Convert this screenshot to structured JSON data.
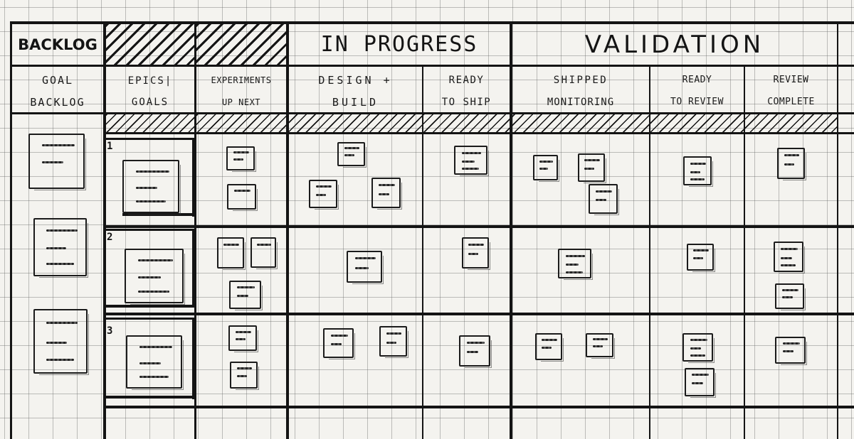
{
  "board": {
    "groups": {
      "backlog": "BACKLOG",
      "in_progress": "IN PROGRESS",
      "validation": "VALIDATION"
    },
    "columns": [
      {
        "line1": "GOAL",
        "line2": "BACKLOG"
      },
      {
        "line1": "EPICS|",
        "line2": "GOALS"
      },
      {
        "line1": "EXPERIMENTS",
        "line2": "UP NEXT"
      },
      {
        "line1": "DESIGN +",
        "line2": "BUILD"
      },
      {
        "line1": "READY",
        "line2": "TO SHIP"
      },
      {
        "line1": "SHIPPED",
        "line2": "MONITORING"
      },
      {
        "line1": "READY",
        "line2": "TO REVIEW"
      },
      {
        "line1": "REVIEW",
        "line2": "COMPLETE"
      }
    ],
    "swimlanes": [
      "1",
      "2",
      "3"
    ]
  }
}
